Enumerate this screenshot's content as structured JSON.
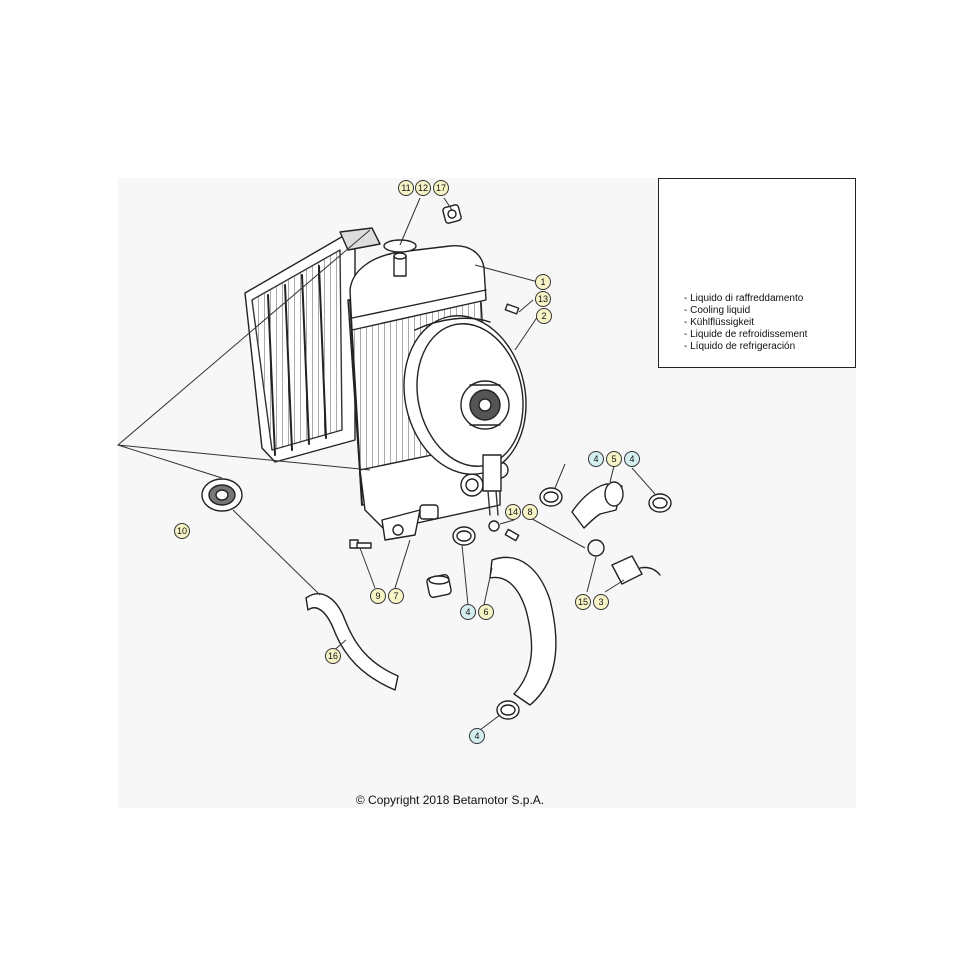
{
  "legend": {
    "items": [
      "Liquido di raffreddamento",
      "Cooling liquid",
      "Kühlflüssigkeit",
      "Liquide de refroidissement",
      "Líquido de refrigeración"
    ]
  },
  "copyright": "© Copyright 2018 Betamotor S.p.A.",
  "colors": {
    "callout_yellow": "#f6f4c6",
    "callout_blue": "#d5eef0",
    "line": "#222222"
  },
  "callouts": [
    {
      "label": "11",
      "kind": "yellow"
    },
    {
      "label": "12",
      "kind": "yellow"
    },
    {
      "label": "17",
      "kind": "yellow"
    },
    {
      "label": "1",
      "kind": "yellow"
    },
    {
      "label": "13",
      "kind": "yellow"
    },
    {
      "label": "2",
      "kind": "yellow"
    },
    {
      "label": "10",
      "kind": "yellow"
    },
    {
      "label": "4",
      "kind": "blue"
    },
    {
      "label": "5",
      "kind": "yellow"
    },
    {
      "label": "4",
      "kind": "blue"
    },
    {
      "label": "14",
      "kind": "yellow"
    },
    {
      "label": "8",
      "kind": "yellow"
    },
    {
      "label": "9",
      "kind": "yellow"
    },
    {
      "label": "7",
      "kind": "yellow"
    },
    {
      "label": "4",
      "kind": "blue"
    },
    {
      "label": "6",
      "kind": "yellow"
    },
    {
      "label": "15",
      "kind": "yellow"
    },
    {
      "label": "3",
      "kind": "yellow"
    },
    {
      "label": "16",
      "kind": "yellow"
    },
    {
      "label": "4",
      "kind": "blue"
    }
  ]
}
